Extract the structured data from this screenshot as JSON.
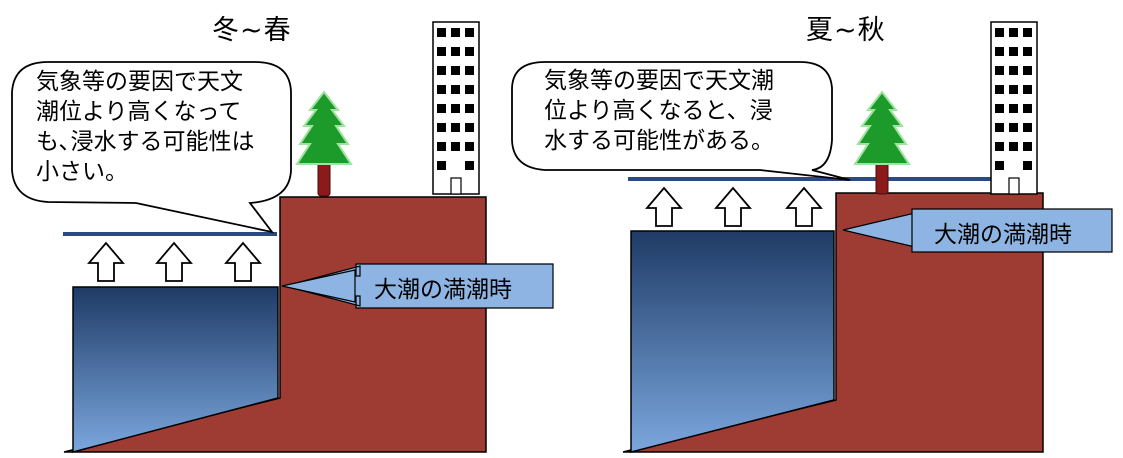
{
  "panels": [
    {
      "season_title": "冬~春",
      "bubble_text": "気象等の要因で天文\n潮位より高くなって\nも､浸水する可能性は\n小さい。",
      "callout_label": "大潮の満潮時"
    },
    {
      "season_title": "夏~秋",
      "bubble_text": "気象等の要因で天文潮\n位より高くなると、浸\n水する可能性がある。",
      "callout_label": "大潮の満潮時"
    }
  ],
  "colors": {
    "land": "#9e3b33",
    "water_top": "#1f3b66",
    "water_bottom": "#7ba7de",
    "sea_level_line": "#2a4a86",
    "callout_fill": "#8db4e2",
    "tree_green": "#1c9a2a",
    "trunk": "#8b1a1a"
  },
  "icons": [
    "up-arrow-icon",
    "tree-icon",
    "building-icon",
    "left-arrow-icon",
    "speech-bubble"
  ]
}
